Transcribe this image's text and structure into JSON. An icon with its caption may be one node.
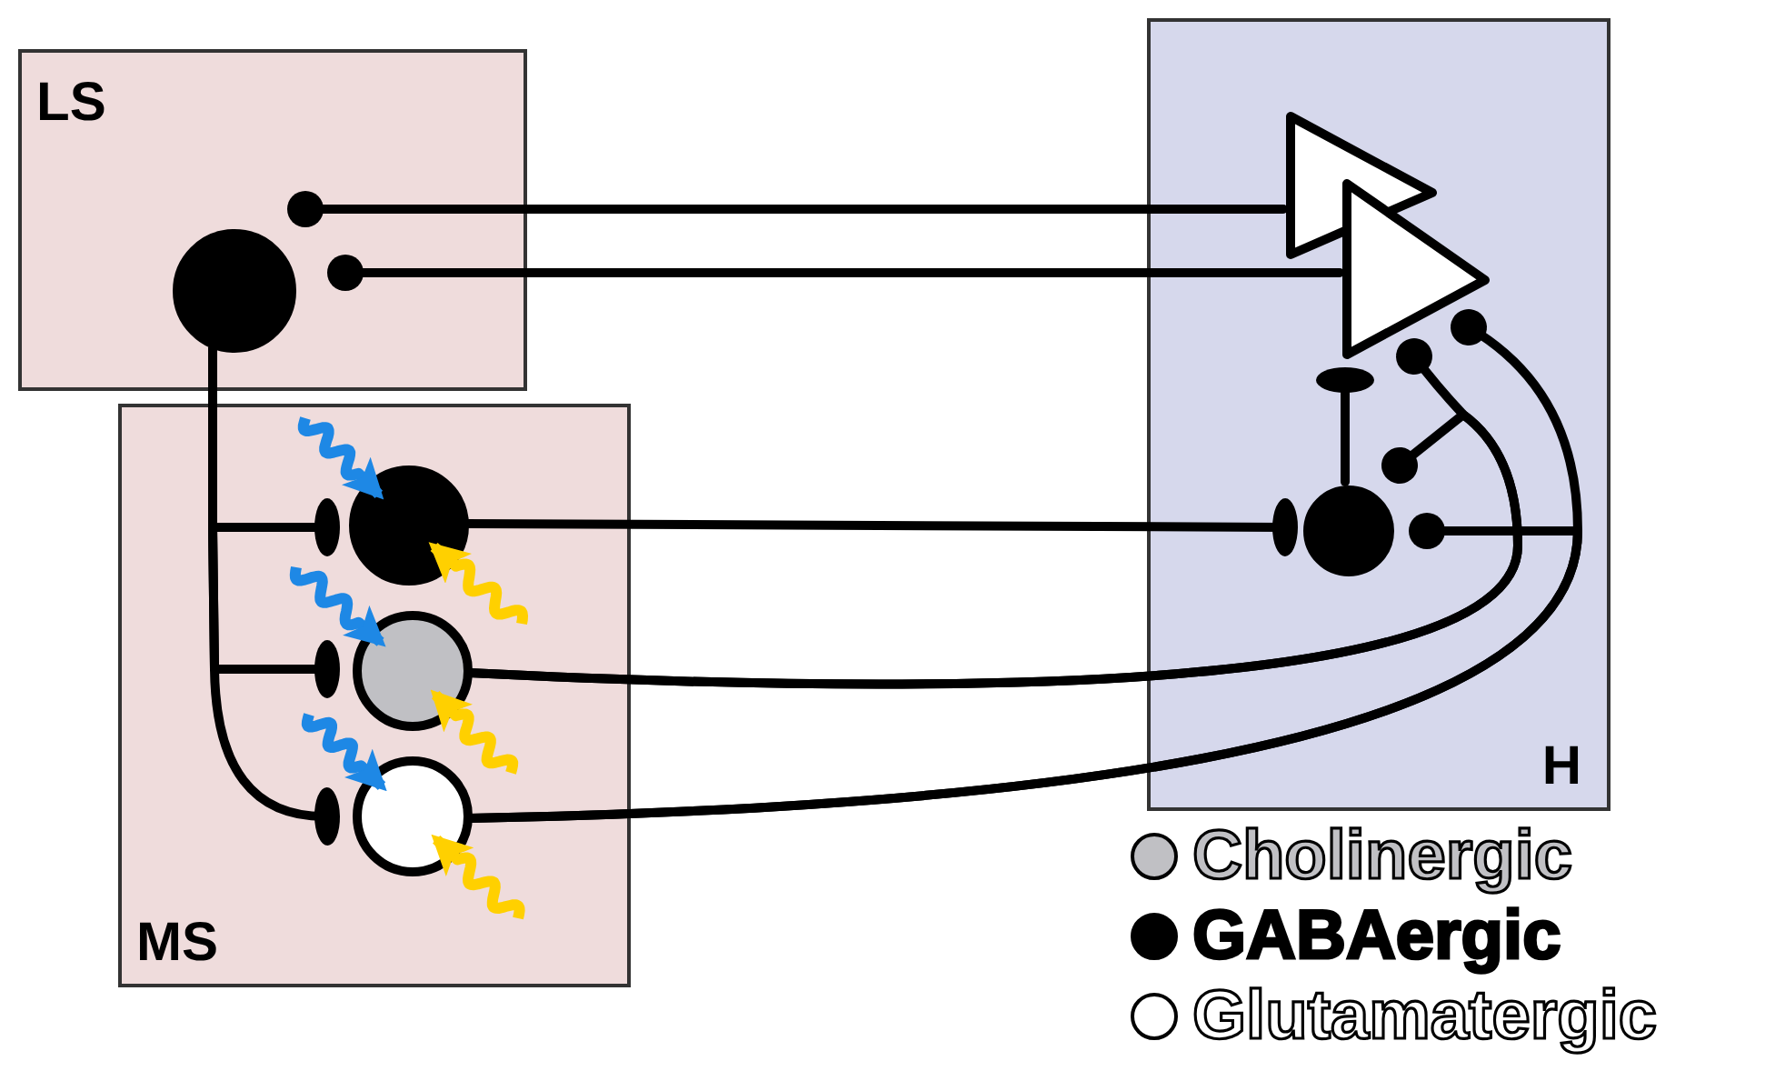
{
  "diagram": {
    "nodes": [
      {
        "text": [
          "LS"
        ]
      },
      {
        "text": [],
        "shape": "circle",
        "in": 0
      },
      {
        "text": [
          "MS"
        ]
      },
      {
        "text": [],
        "shape": "circle",
        "in": 2
      },
      {
        "text": [],
        "shape": "circle",
        "in": 2
      },
      {
        "text": [],
        "shape": "circle",
        "in": 2
      },
      {
        "text": [
          "H"
        ]
      },
      {
        "text": [],
        "shape": "triangle",
        "in": 6
      },
      {
        "text": [],
        "shape": "triangle",
        "in": 6
      },
      {
        "text": [],
        "shape": "circle",
        "in": 6
      }
    ],
    "edges": [
      {
        "from": 7,
        "to": 1,
        "arrow": "other"
      },
      {
        "from": 8,
        "to": 1,
        "arrow": "other"
      },
      {
        "from": 1,
        "to": 3,
        "arrow": "other"
      },
      {
        "from": 1,
        "to": 4,
        "arrow": "other"
      },
      {
        "from": 1,
        "to": 5,
        "arrow": "other"
      },
      {
        "from": 3,
        "to": 9,
        "arrow": "other"
      },
      {
        "from": 4,
        "to": 8,
        "arrow": "other"
      },
      {
        "from": 4,
        "to": 9,
        "arrow": "other"
      },
      {
        "from": 5,
        "to": 8,
        "arrow": "other"
      },
      {
        "from": 5,
        "to": 9,
        "arrow": "other"
      },
      {
        "from": 9,
        "to": 8,
        "arrow": "other"
      },
      {
        "from": null,
        "to": 3,
        "arrow": "to",
        "color": "#1e88e5"
      },
      {
        "from": null,
        "to": 3,
        "arrow": "to",
        "color": "#ffd000"
      },
      {
        "from": null,
        "to": 4,
        "arrow": "to",
        "color": "#1e88e5"
      },
      {
        "from": null,
        "to": 4,
        "arrow": "to",
        "color": "#ffd000"
      },
      {
        "from": null,
        "to": 5,
        "arrow": "to",
        "color": "#1e88e5"
      },
      {
        "from": null,
        "to": 5,
        "arrow": "to",
        "color": "#ffd000"
      }
    ],
    "legend": [
      {
        "text": "Cholinergic",
        "color": "#c0c0c4"
      },
      {
        "text": "GABAergic",
        "color": "#000000"
      },
      {
        "text": "Glutamatergic",
        "color": "#ffffff"
      }
    ]
  }
}
